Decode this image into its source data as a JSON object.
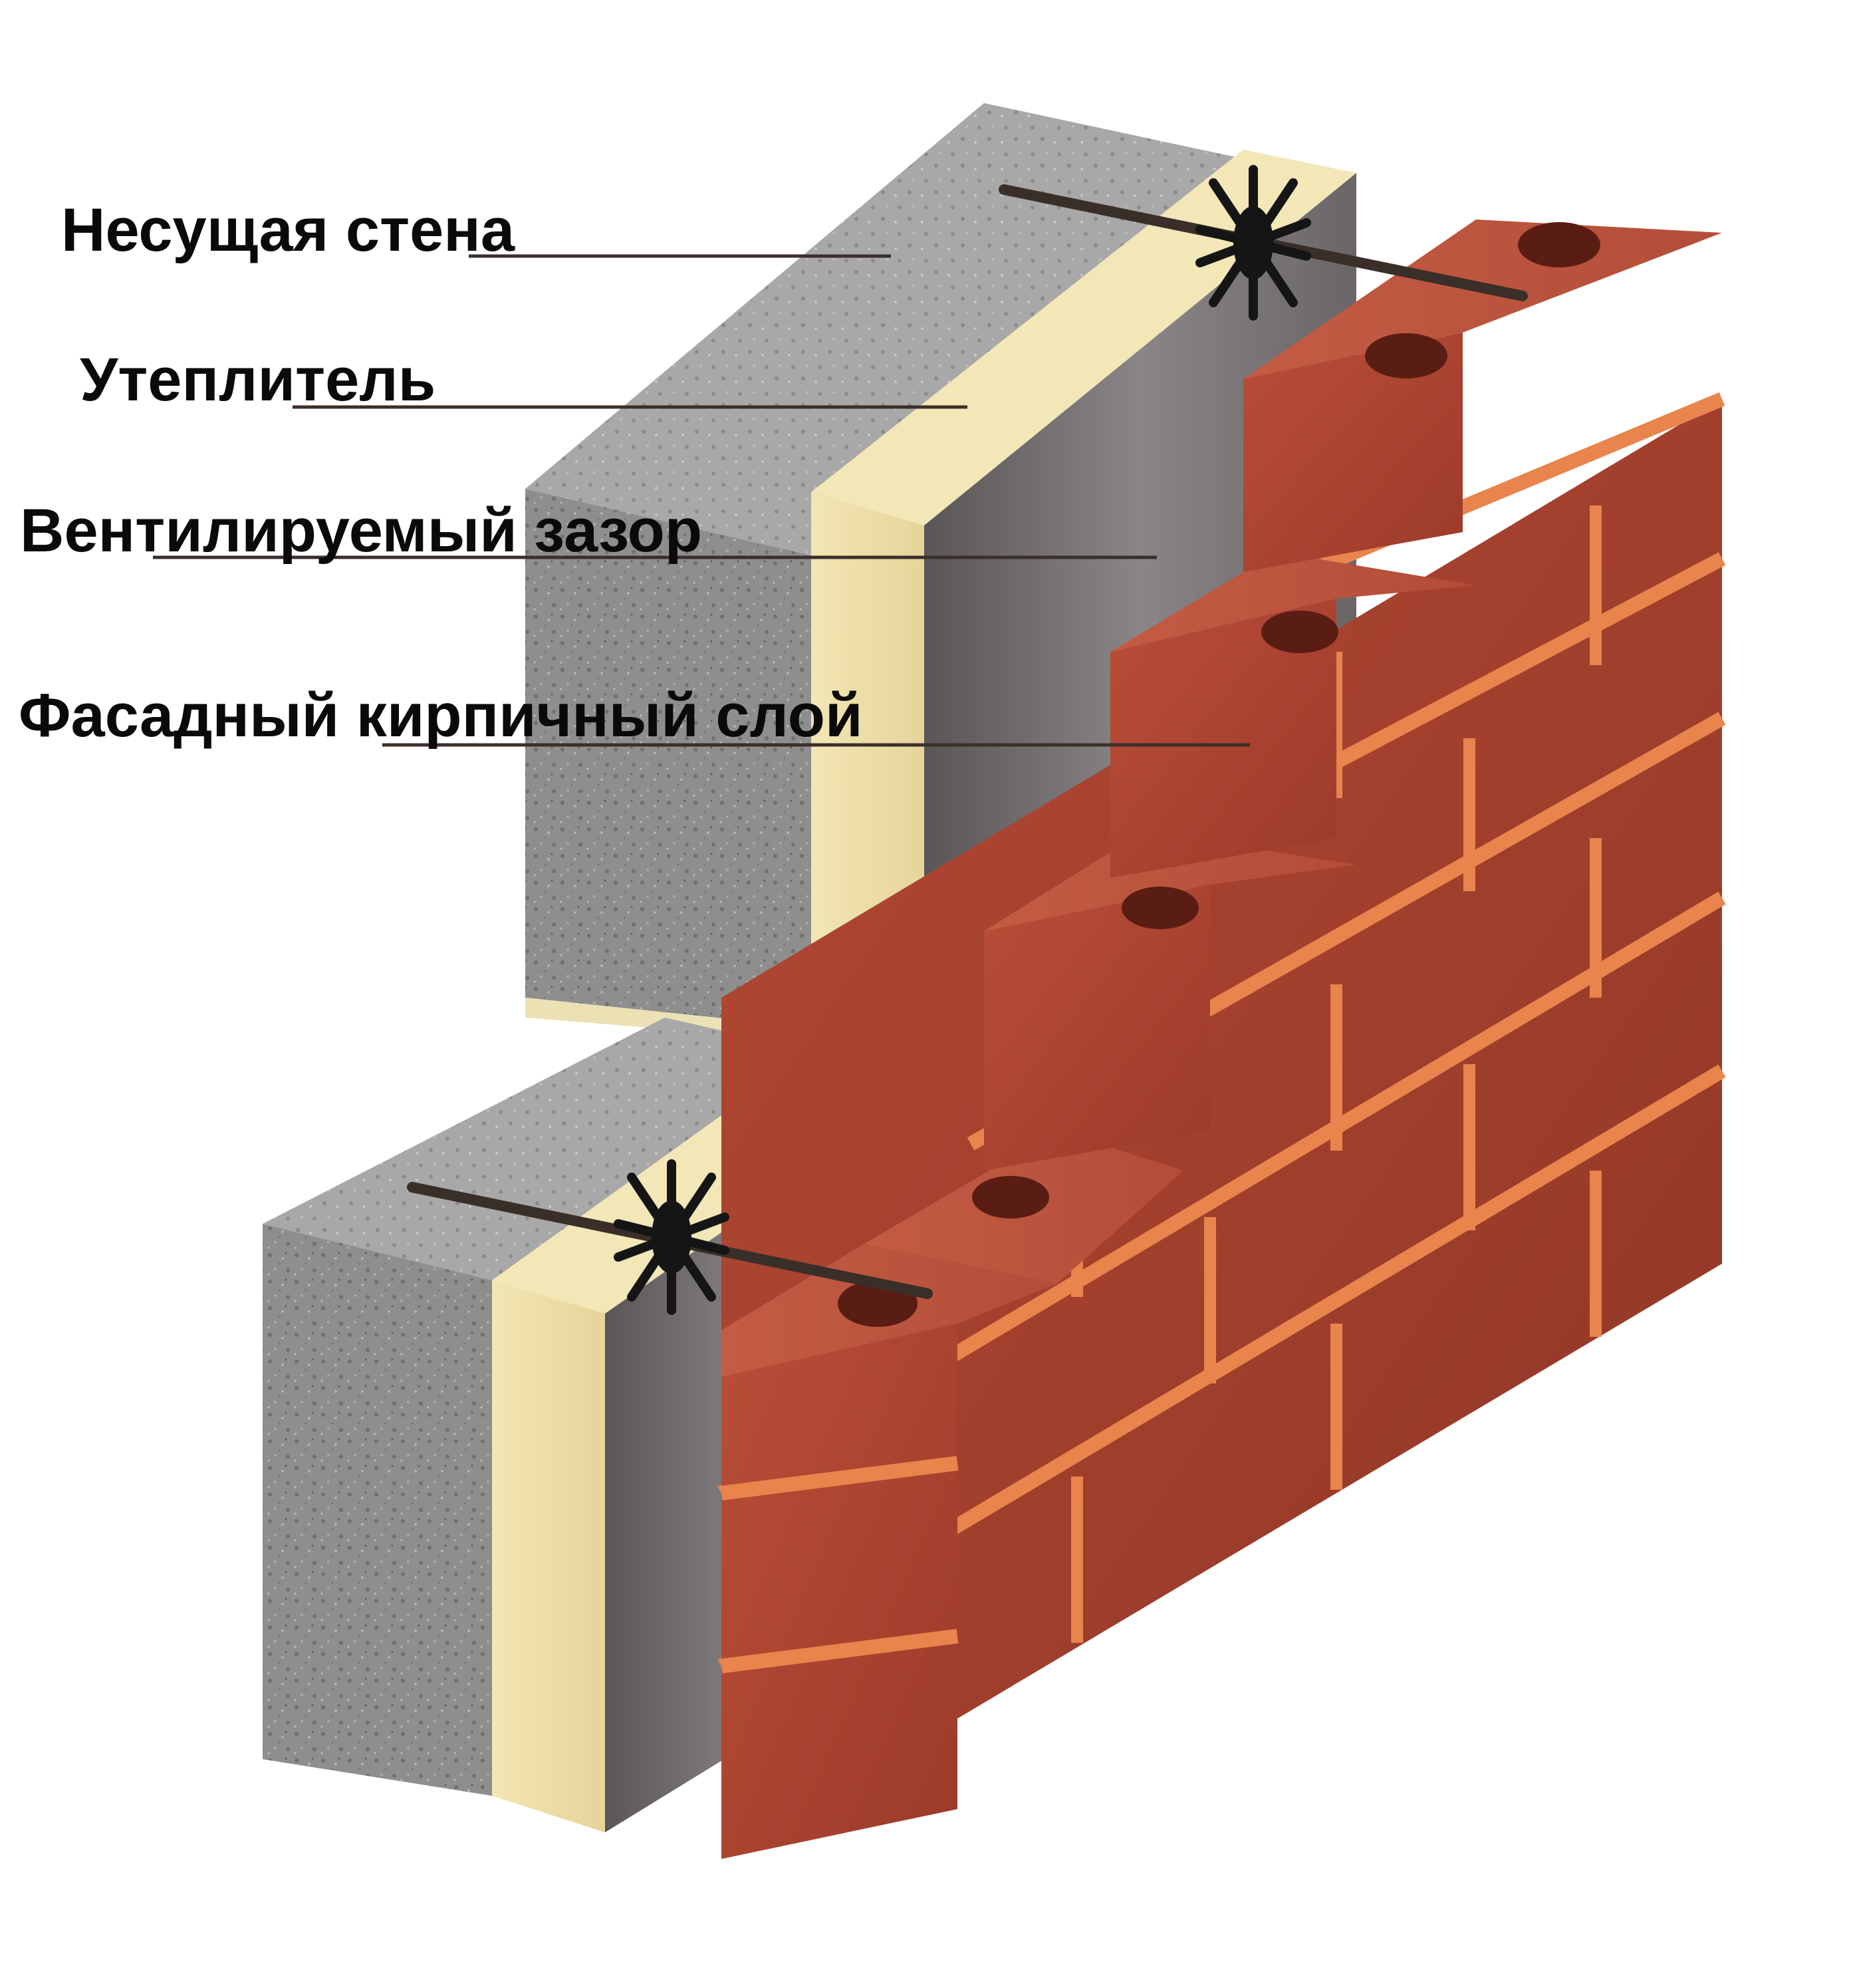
{
  "labels": {
    "load_bearing_wall": "Несущая стена",
    "insulation": "Утеплитель",
    "ventilated_gap": "Вентилируемый зазор",
    "facade_brick_layer": "Фасадный кирпичный слой"
  },
  "colors": {
    "concrete": "#8f8f8f",
    "insulation": "#efe0a6",
    "gap_membrane": "#6e6a6c",
    "brick": "#a8412e",
    "mortar": "#e8834a",
    "tie_rod": "#3a2e28",
    "leader_line": "#3b2f2b"
  },
  "icons": [
    "wall-tie-icon",
    "retaining-washer-icon"
  ]
}
